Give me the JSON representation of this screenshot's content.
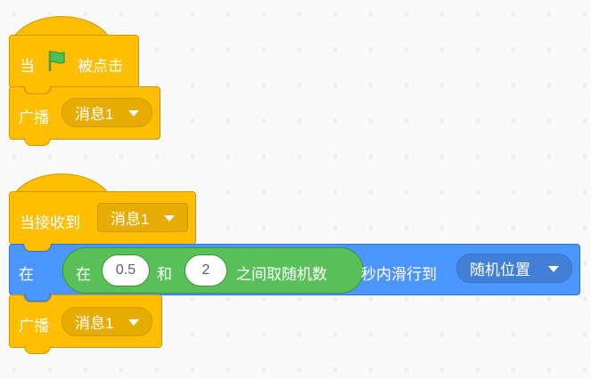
{
  "script1": {
    "hat": {
      "prefix": "当",
      "suffix": "被点击",
      "flag_icon": "green-flag-icon"
    },
    "broadcast": {
      "label": "广播",
      "message": "消息1"
    }
  },
  "script2": {
    "hat": {
      "label": "当接收到",
      "message": "消息1"
    },
    "glide": {
      "prefix": "在",
      "random": {
        "prefix": "在",
        "from": "0.5",
        "middle": "和",
        "to": "2",
        "suffix": "之间取随机数"
      },
      "suffix": "秒内滑行到",
      "target": "随机位置"
    },
    "broadcast": {
      "label": "广播",
      "message": "消息1"
    }
  },
  "colors": {
    "events": "#ffbf00",
    "events_border": "#cc9900",
    "motion": "#4c97ff",
    "motion_border": "#3373cc",
    "operators": "#59c059",
    "flag": "#4cbf56"
  }
}
